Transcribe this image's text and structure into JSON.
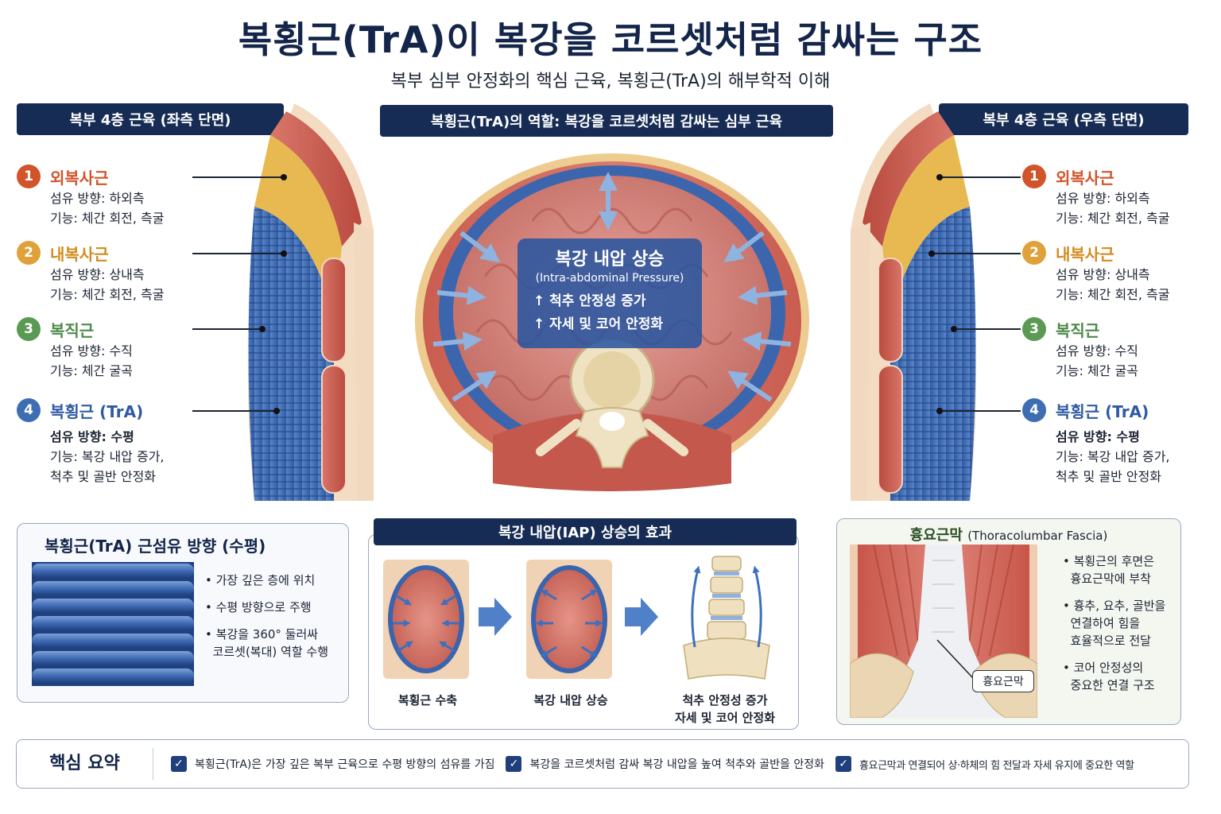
{
  "title": "복횡근(TrA)이 복강을 코르셋처럼 감싸는 구조",
  "subtitle": "복부 심부 안정화의 핵심 근육, 복횡근(TrA)의 해부학적 이해",
  "left_panel": {
    "header": "복부 4층 근육 (좌측 단면)",
    "muscles": [
      {
        "num": "1",
        "name": "외복사근",
        "lines": [
          "섬유 방향: 하외측",
          "기능: 체간 회전, 측굴"
        ],
        "color": "#d2542b"
      },
      {
        "num": "2",
        "name": "내복사근",
        "lines": [
          "섬유 방향: 상내측",
          "기능: 체간 회전, 측굴"
        ],
        "color": "#e0a13a"
      },
      {
        "num": "3",
        "name": "복직근",
        "lines": [
          "섬유 방향: 수직",
          "기능: 체간 굴곡"
        ],
        "color": "#5a9a54"
      },
      {
        "num": "4",
        "name": "복횡근 (TrA)",
        "lines": [
          "섬유 방향: 수평",
          "기능: 복강 내압 증가,",
          "척추 및 골반 안정화"
        ],
        "color": "#3d6db3"
      }
    ]
  },
  "right_panel": {
    "header": "복부 4층 근육 (우측 단면)",
    "muscles": [
      {
        "num": "1",
        "name": "외복사근",
        "lines": [
          "섬유 방향: 하외측",
          "기능: 체간 회전, 측굴"
        ],
        "color": "#d2542b"
      },
      {
        "num": "2",
        "name": "내복사근",
        "lines": [
          "섬유 방향: 상내측",
          "기능: 체간 회전, 측굴"
        ],
        "color": "#e0a13a"
      },
      {
        "num": "3",
        "name": "복직근",
        "lines": [
          "섬유 방향: 수직",
          "기능: 체간 굴곡"
        ],
        "color": "#5a9a54"
      },
      {
        "num": "4",
        "name": "복횡근 (TrA)",
        "lines": [
          "섬유 방향: 수평",
          "기능: 복강 내압 증가,",
          "척추 및 골반 안정화"
        ],
        "color": "#3d6db3"
      }
    ]
  },
  "center": {
    "header": "복횡근(TrA)의 역할: 복강을 코르셋처럼 감싸는 심부 근육",
    "iap_title": "복강 내압 상승",
    "iap_sub": "(Intra-abdominal Pressure)",
    "iap_points": [
      "척추 안정성 증가",
      "자세 및 코어 안정화"
    ]
  },
  "fiber_panel": {
    "title": "복횡근(TrA) 근섬유 방향 (수평)",
    "bullets": [
      [
        "가장 깊은 층에 위치"
      ],
      [
        "수평 방향으로 주행"
      ],
      [
        "복강을 360° 둘러싸",
        "코르셋(복대) 역할 수행"
      ]
    ]
  },
  "iap_panel": {
    "header": "복강 내압(IAP) 상승의 효과",
    "steps": [
      [
        "복횡근 수축"
      ],
      [
        "복강 내압 상승"
      ],
      [
        "척추 안정성 증가",
        "자세 및 코어 안정화"
      ]
    ]
  },
  "tlf_panel": {
    "title": "흉요근막",
    "title_en": "(Thoracolumbar Fascia)",
    "label": "흉요근막",
    "bullets": [
      [
        "복횡근의 후면은",
        "흉요근막에 부착"
      ],
      [
        "흉추, 요추, 골반을",
        "연결하여 힘을",
        "효율적으로 전달"
      ],
      [
        "코어 안정성의",
        "중요한 연결 구조"
      ]
    ]
  },
  "summary": {
    "label": "핵심 요약",
    "items": [
      "복횡근(TrA)은 가장 깊은 복부 근육으로 수평 방향의 섬유를 가짐",
      "복강을 코르셋처럼 감싸 복강 내압을 높여 척추와 골반을 안정화",
      "흉요근막과 연결되어 상·하체의 힘 전달과 자세 유지에 중요한 역할"
    ]
  },
  "colors": {
    "navy": "#172c55",
    "muscle_red": "#c9584a",
    "fat_yellow": "#e8b950",
    "tra_blue": "#3d6db3"
  }
}
